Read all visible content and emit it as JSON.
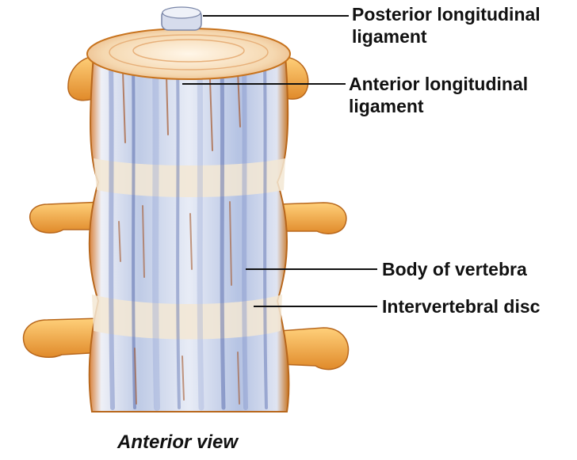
{
  "labels": {
    "posterior_ligament": [
      "Posterior longitudinal",
      "ligament"
    ],
    "anterior_ligament": [
      "Anterior longitudinal",
      "ligament"
    ],
    "vertebral_body": "Body of vertebra",
    "intervertebral_disc": "Intervertebral disc"
  },
  "caption": "Anterior view",
  "colors": {
    "bone": "#f0a63f",
    "bone_dark": "#c8731d",
    "ligament_blue": "#b9c6e3",
    "ligament_stripe": "#5a6fb0",
    "disc_cream": "#f3e7d4",
    "fiber_brown": "#a5582c"
  }
}
